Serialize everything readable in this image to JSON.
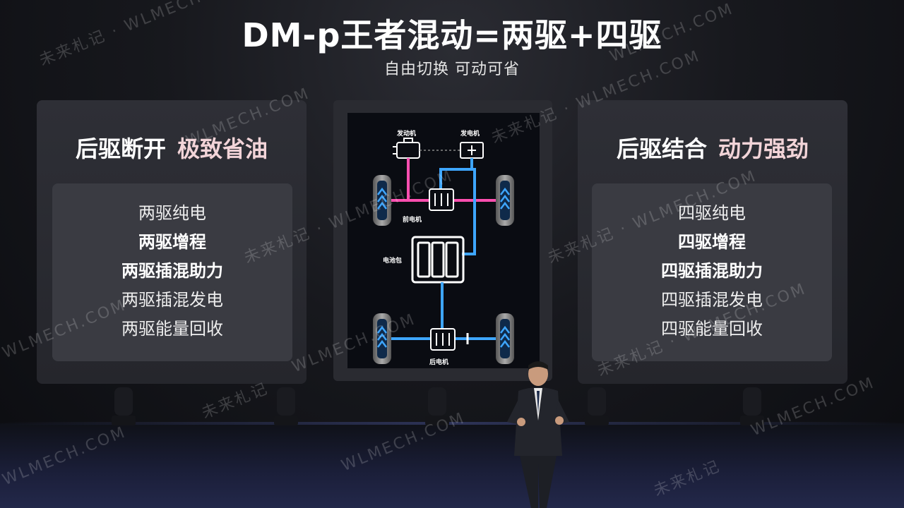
{
  "header": {
    "title": "DM-p王者混动=两驱+四驱",
    "subtitle": "自由切换 可动可省"
  },
  "left_panel": {
    "heading_a": "后驱断开",
    "heading_b": "极致省油",
    "modes": [
      "两驱纯电",
      "两驱增程",
      "两驱插混助力",
      "两驱插混发电",
      "两驱能量回收"
    ]
  },
  "right_panel": {
    "heading_a": "后驱结合",
    "heading_b": "动力强劲",
    "modes": [
      "四驱纯电",
      "四驱增程",
      "四驱插混助力",
      "四驱插混发电",
      "四驱能量回收"
    ]
  },
  "diagram": {
    "engine": "发动机",
    "generator": "发电机",
    "front_motor": "前电机",
    "battery": "电池包",
    "rear_motor": "后电机"
  },
  "watermarks": [
    "未来札记 · WLMECH.COM",
    "WLMECH.COM",
    "未来札记"
  ],
  "colors": {
    "accent_pink": "#f2d4d8",
    "flow_blue": "#3ea6ff",
    "flow_magenta": "#ff4fb0"
  }
}
